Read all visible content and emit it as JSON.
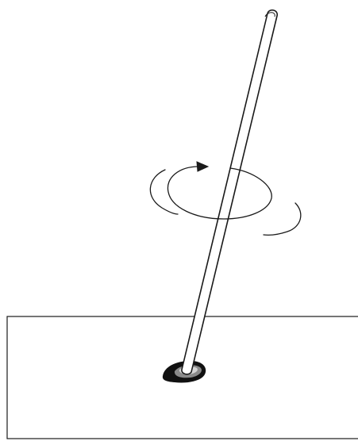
{
  "diagram": {
    "type": "line-drawing",
    "elements": [
      "table-surface",
      "spinning-rod",
      "contact-spot",
      "rotation-arrow"
    ],
    "colors": {
      "background": "#ffffff",
      "line": "#1a1a1a",
      "rod_fill": "#ffffff",
      "spot_dark": "#111111",
      "spot_mid": "#8a8a8a",
      "spot_light": "#d4d4d4"
    },
    "icons": [
      "rotation-arrow-icon"
    ]
  }
}
